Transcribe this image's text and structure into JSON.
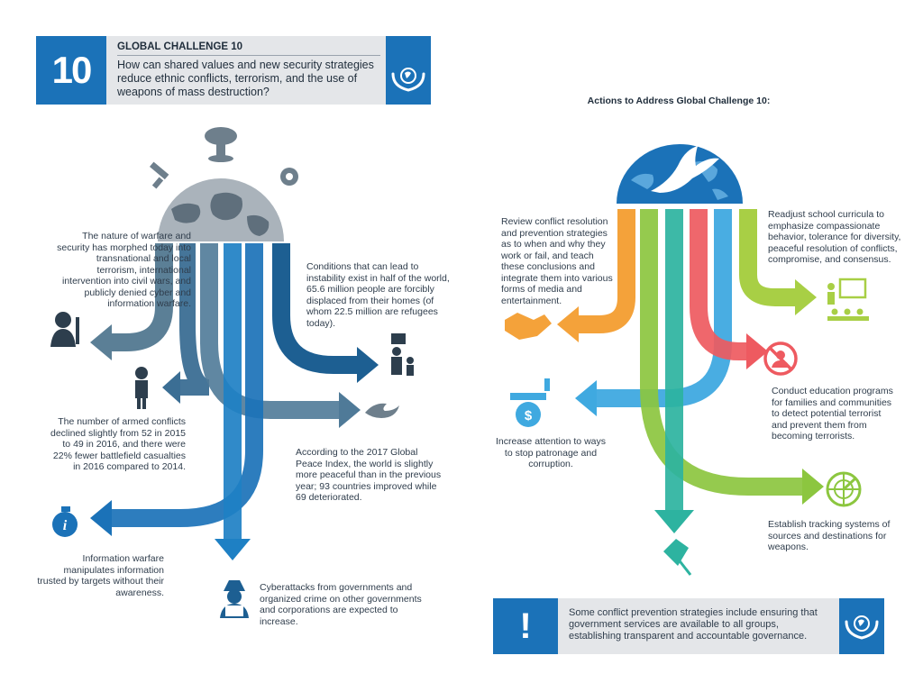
{
  "header": {
    "number": "10",
    "title": "GLOBAL CHALLENGE 10",
    "question": "How can shared values and new security strategies reduce ethnic conflicts, terrorism, and the use of weapons of mass destruction?"
  },
  "left": {
    "warfare": "The nature of warfare and security has morphed today into transnational and local terrorism, international intervention into civil wars, and publicly denied cyber and information warfare.",
    "conditions": "Conditions that can lead to instability exist in half of the world, 65.6 million people are forcibly displaced from their homes (of whom 22.5 million are refugees today).",
    "armed": "The number of armed conflicts declined slightly from 52 in 2015 to 49 in 2016, and there were 22% fewer battlefield casualties in 2016 compared to 2014.",
    "peace": "According to the 2017 Global Peace Index, the world is slightly more peaceful than in the previous year; 93 countries improved while 69 deteriorated.",
    "info": "Information warfare manipulates information trusted by targets without their awareness.",
    "cyber": "Cyberattacks from governments and organized crime on other governments and corporations are expected to increase."
  },
  "right": {
    "title": "Actions to Address Global Challenge 10:",
    "review": "Review conflict resolution and prevention strategies as to when and why they work or fail, and teach these conclusions and integrate them into various forms of media and entertainment.",
    "curricula": "Readjust school curricula to emphasize compassionate behavior, tolerance for diversity, peaceful resolution of conflicts, compromise, and consensus.",
    "education": "Conduct education programs for families and communities to detect potential terrorist and prevent them from becoming terrorists.",
    "patronage": "Increase attention to ways to stop patronage and corruption.",
    "tracking": "Establish tracking systems of sources and destinations for weapons."
  },
  "callout": {
    "mark": "!",
    "text": "Some conflict prevention strategies include ensuring that government services are available to all groups, establishing transparent and accountable governance."
  },
  "colors": {
    "blue": "#1b72b8",
    "steel": "#5b7f96",
    "dark_blue": "#1d5f92",
    "orange": "#f4a23a",
    "green": "#8cc63f",
    "teal": "#2db3a0",
    "red": "#ee5a60",
    "sky": "#3fa9e0"
  }
}
